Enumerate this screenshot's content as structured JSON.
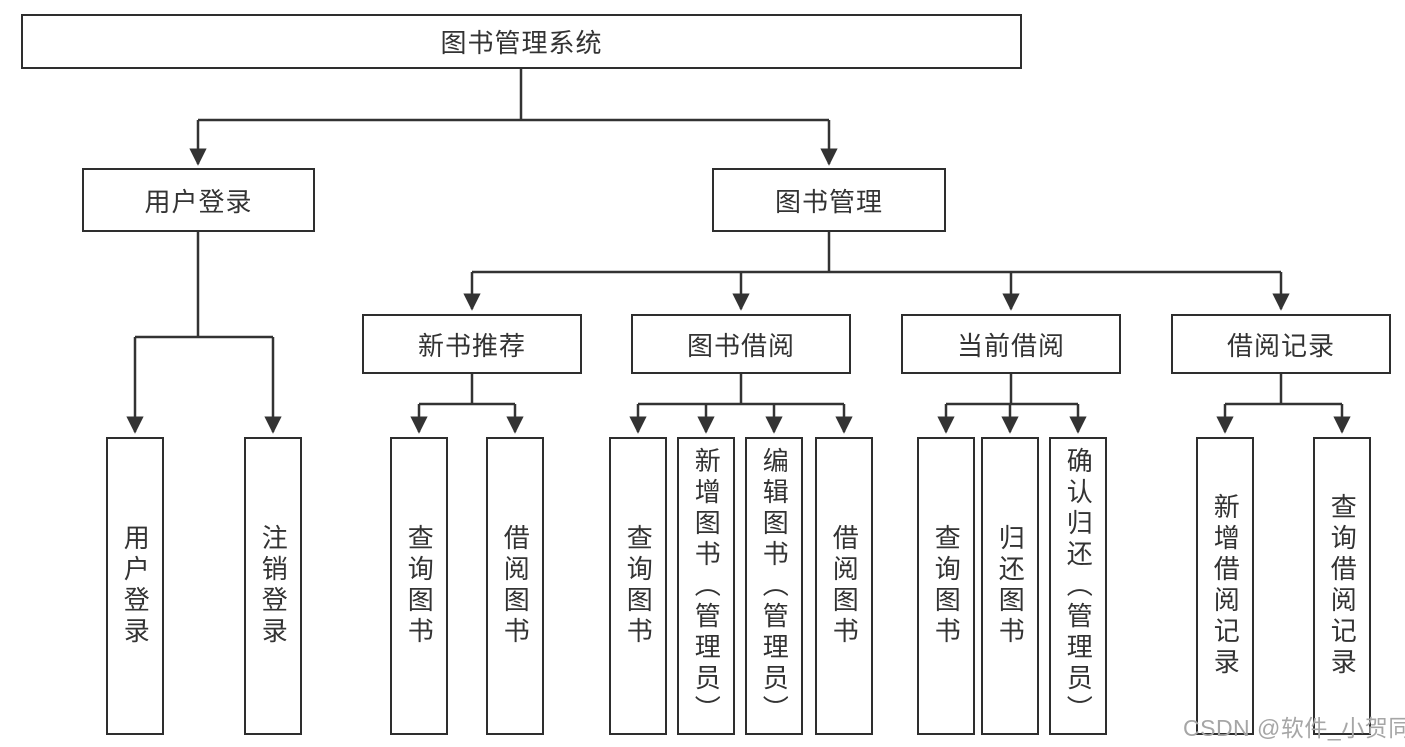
{
  "diagram": {
    "root": {
      "label": "图书管理系统"
    },
    "level2": [
      {
        "label": "用户登录"
      },
      {
        "label": "图书管理"
      }
    ],
    "level3": [
      {
        "label": "新书推荐"
      },
      {
        "label": "图书借阅"
      },
      {
        "label": "当前借阅"
      },
      {
        "label": "借阅记录"
      }
    ],
    "leaves": {
      "user_login": [
        {
          "label": "用户登录"
        },
        {
          "label": "注销登录"
        }
      ],
      "new_book_recommend": [
        {
          "label": "查询图书"
        },
        {
          "label": "借阅图书"
        }
      ],
      "book_borrow": [
        {
          "label": "查询图书"
        },
        {
          "label": "新增图书（管理员）"
        },
        {
          "label": "编辑图书（管理员）"
        },
        {
          "label": "借阅图书"
        }
      ],
      "current_borrow": [
        {
          "label": "查询图书"
        },
        {
          "label": "归还图书"
        },
        {
          "label": "确认归还（管理员）"
        }
      ],
      "borrow_record": [
        {
          "label": "新增借阅记录"
        },
        {
          "label": "查询借阅记录"
        }
      ]
    },
    "watermark": "CSDN @软件_小贺同学",
    "colors": {
      "line": "#333333",
      "text": "#333333",
      "background": "#ffffff",
      "watermark": "#a6a6a6"
    }
  }
}
